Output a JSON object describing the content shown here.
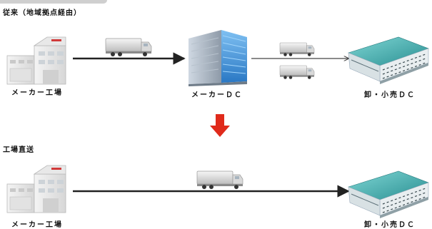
{
  "sections": {
    "conventional": {
      "title": "従来（地域拠点経由）",
      "factory_label": "メーカー工場",
      "maker_dc_label": "メーカーＤＣ",
      "retail_dc_label": "卸・小売ＤＣ"
    },
    "direct": {
      "title": "工場直送",
      "factory_label": "メーカー工場",
      "retail_dc_label": "卸・小売ＤＣ"
    }
  },
  "icons": {
    "factory": "factory-icon",
    "maker_dc": "office-building-icon",
    "retail_dc": "warehouse-icon",
    "truck": "truck-icon",
    "transition": "down-arrow-icon"
  },
  "colors": {
    "arrow": "#222222",
    "transition_arrow": "#e02a1b",
    "building_blue": "#3b8fd6",
    "warehouse_teal": "#3aa7a8"
  }
}
